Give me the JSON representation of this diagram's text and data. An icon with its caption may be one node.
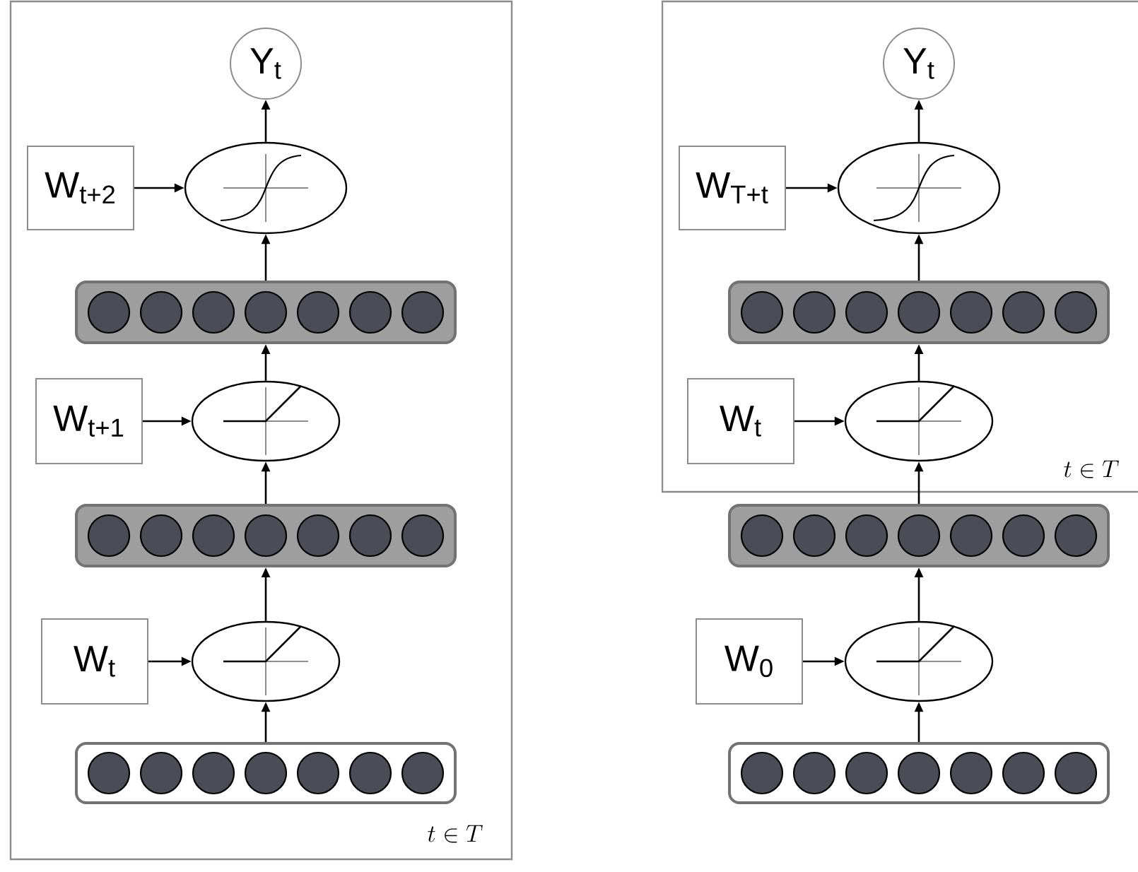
{
  "diagram": {
    "nodes": [
      {
        "text": [
          "t \\in T"
        ]
      },
      {
        "text": [
          "Y$_{t}$"
        ],
        "in": 0
      },
      {
        "text": [
          "W$_{t+2}$"
        ],
        "in": 0
      },
      {
        "text": [],
        "shape": "ellipse",
        "in": 0
      },
      {
        "text": [],
        "shape": "bar",
        "in": 0
      },
      {
        "text": [
          "W$_{t+1}$"
        ],
        "in": 0
      },
      {
        "text": [],
        "shape": "ellipse",
        "in": 0
      },
      {
        "text": [],
        "shape": "bar",
        "in": 0
      },
      {
        "text": [
          "W$_{t}$"
        ],
        "in": 0
      },
      {
        "text": [],
        "shape": "ellipse",
        "in": 0
      },
      {
        "text": [],
        "shape": "bar",
        "in": 0
      },
      {
        "text": [
          "t \\in T"
        ]
      },
      {
        "text": [
          "Y$_{t}$"
        ],
        "in": 11
      },
      {
        "text": [
          "W$_{T+t}$"
        ],
        "in": 11
      },
      {
        "text": [],
        "shape": "ellipse",
        "in": 11
      },
      {
        "text": [],
        "shape": "bar",
        "in": 11
      },
      {
        "text": [
          "W$_{t}$"
        ],
        "in": 11
      },
      {
        "text": [],
        "shape": "ellipse",
        "in": 11
      },
      {
        "text": [],
        "shape": "bar"
      },
      {
        "text": [
          "W$_{0}$"
        ]
      },
      {
        "text": [],
        "shape": "ellipse"
      },
      {
        "text": [],
        "shape": "bar"
      }
    ],
    "edges": [
      {
        "from": 3,
        "to": 1,
        "arrow": "to"
      },
      {
        "from": 2,
        "to": 3,
        "arrow": "to"
      },
      {
        "from": 4,
        "to": 3,
        "arrow": "to"
      },
      {
        "from": 6,
        "to": 4,
        "arrow": "to"
      },
      {
        "from": 5,
        "to": 6,
        "arrow": "to"
      },
      {
        "from": 7,
        "to": 6,
        "arrow": "to"
      },
      {
        "from": 9,
        "to": 7,
        "arrow": "to"
      },
      {
        "from": 8,
        "to": 9,
        "arrow": "to"
      },
      {
        "from": 10,
        "to": 9,
        "arrow": "to"
      },
      {
        "from": 14,
        "to": 12,
        "arrow": "to"
      },
      {
        "from": 13,
        "to": 14,
        "arrow": "to"
      },
      {
        "from": 15,
        "to": 14,
        "arrow": "to"
      },
      {
        "from": 17,
        "to": 15,
        "arrow": "to"
      },
      {
        "from": 16,
        "to": 17,
        "arrow": "to"
      },
      {
        "from": 18,
        "to": 17,
        "arrow": "to"
      },
      {
        "from": 20,
        "to": 18,
        "arrow": "to"
      },
      {
        "from": 19,
        "to": 20,
        "arrow": "to"
      },
      {
        "from": 21,
        "to": 20,
        "arrow": "to"
      }
    ]
  }
}
